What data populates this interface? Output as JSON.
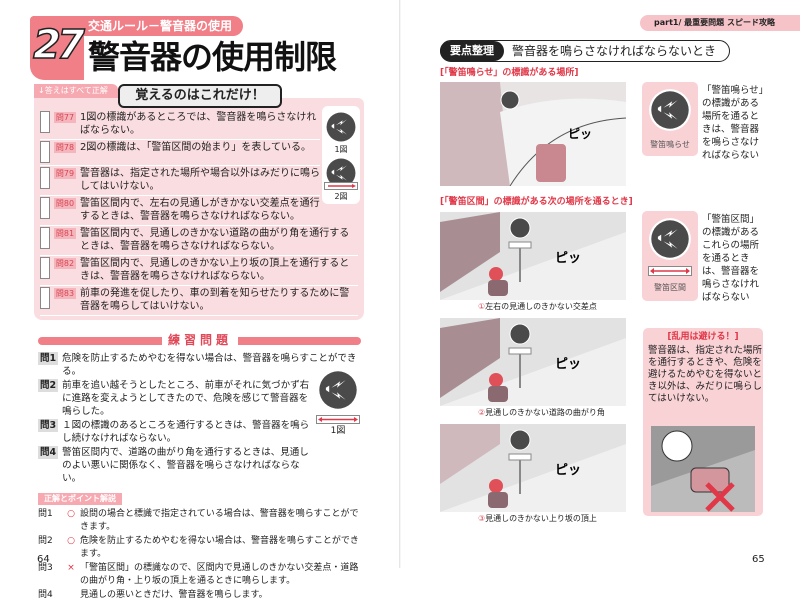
{
  "left_page": {
    "chapter_number": "27",
    "chapter_subtitle": "交通ルール－警音器の使用",
    "title": "警音器の使用制限",
    "answers_tab": "↓答えはすべて正解",
    "memorize_title": "覚えるのはこれだけ！",
    "memorize_items": [
      {
        "q": "問77",
        "text": "1図の標識があるところでは、警音器を鳴らさなければならない。"
      },
      {
        "q": "問78",
        "text": "2図の標識は、「警笛区間の始まり」を表している。"
      },
      {
        "q": "問79",
        "text": "警音器は、指定された場所や場合以外はみだりに鳴らしてはいけない。"
      },
      {
        "q": "問80",
        "text": "警笛区間内で、左右の見通しがきかない交差点を通行するときは、警音器を鳴らさなければならない。"
      },
      {
        "q": "問81",
        "text": "警笛区間内で、見通しのきかない道路の曲がり角を通行するときは、警音器を鳴らさなければならない。"
      },
      {
        "q": "問82",
        "text": "警笛区間内で、見通しのきかない上り坂の頂上を通行するときは、警音器を鳴らさなければならない。"
      },
      {
        "q": "問83",
        "text": "前車の発進を促したり、車の到着を知らせたりするために警音器を鳴らしてはいけない。"
      }
    ],
    "sign_captions": [
      "1図",
      "2図"
    ],
    "practice_title": "練習問題",
    "practice": [
      {
        "q": "問1",
        "text": "危険を防止するためやむを得ない場合は、警音器を鳴らすことができる。"
      },
      {
        "q": "問2",
        "text": "前車を追い越そうとしたところ、前車がそれに気づかず右に進路を変えようとしてきたので、危険を感じて警音器を鳴らした。"
      },
      {
        "q": "問3",
        "text": "１図の標識のあるところを通行するときは、警音器を鳴らし続けなければならない。"
      },
      {
        "q": "問4",
        "text": "警笛区間内で、道路の曲がり角を通行するときは、見通しのよい悪いに関係なく、警音器を鳴らさなければならない。"
      }
    ],
    "practice_sign_caption": "1図",
    "answers_label": "正解とポイント解説",
    "answers": [
      {
        "q": "問1",
        "mark": "○",
        "text": "設問の場合と標識で指定されている場合は、警音器を鳴らすことができます。"
      },
      {
        "q": "問2",
        "mark": "○",
        "text": "危険を防止するためやむを得ない場合は、警音器を鳴らすことができます。"
      },
      {
        "q": "問3",
        "mark": "×",
        "text": "「警笛区間」の標識なので、区間内で見通しのきかない交差点・道路の曲がり角・上り坂の頂上を通るときに鳴らします。"
      },
      {
        "q": "問4",
        "mark": "",
        "text": "見通しの悪いときだけ、警音器を鳴らします。"
      }
    ],
    "page_number": "64"
  },
  "right_page": {
    "part_tab": "part1/ 最重要問題 スピード攻略",
    "key_label": "要点整理",
    "key_title": "警音器を鳴らさなければならないとき",
    "section1_heading": "[「警笛鳴らせ」の標識がある場所]",
    "sign1_caption": "警笛鳴らせ",
    "sign1_text": "「警笛鳴らせ」の標識がある場所を通るときは、警音器を鳴らさなければならない",
    "section2_heading": "[「警笛区間」の標識がある次の場所を通るとき]",
    "sign2_caption": "警笛区間",
    "sign2_text": "「警笛区間」の標識があるこれらの場所を通るときは、警音器を鳴らさなければならない",
    "sound_effect": "ピッ",
    "scenes": [
      {
        "num": "①",
        "caption": "左右の見通しのきかない交差点"
      },
      {
        "num": "②",
        "caption": "見通しのきかない道路の曲がり角"
      },
      {
        "num": "③",
        "caption": "見通しのきかない上り坂の頂上"
      }
    ],
    "abuse_heading": "[乱用は避ける！]",
    "abuse_text": "警音器は、指定された場所を通行するときや、危険を避けるためやむを得ないとき以外は、みだりに鳴らしてはいけない。",
    "page_number": "65"
  },
  "colors": {
    "accent_pink": "#f07f87",
    "panel_pink": "#fadde0",
    "red_text": "#e03848",
    "sign_gray": "#4a4a4a"
  }
}
